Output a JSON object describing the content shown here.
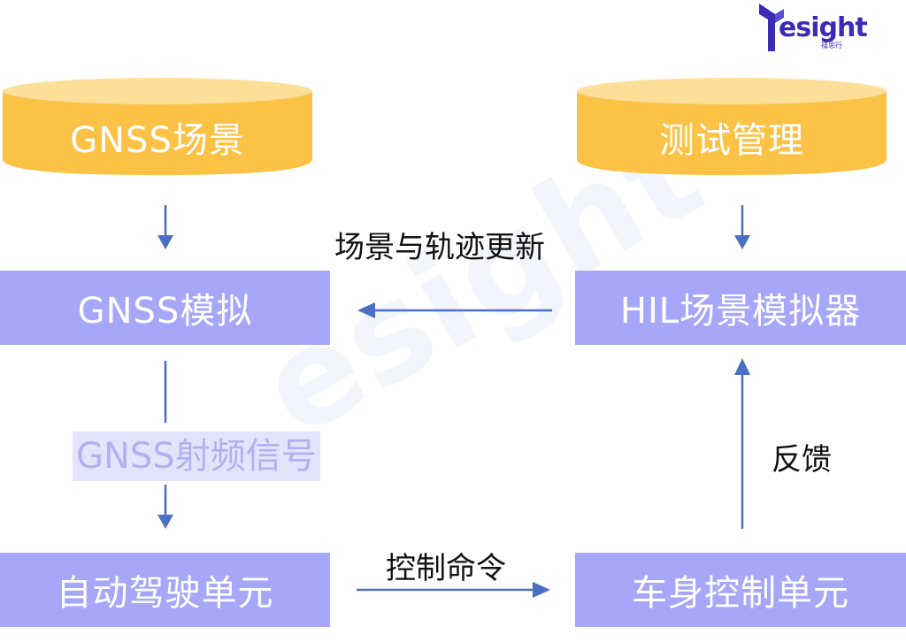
{
  "logo": {
    "brand": "esight",
    "sub": "禧思行"
  },
  "watermark": "esight",
  "nodes": {
    "gnss_scene": "GNSS场景",
    "test_mgmt": "测试管理",
    "gnss_sim": "GNSS模拟",
    "hil_sim": "HIL场景模拟器",
    "auto_drive": "自动驾驶单元",
    "body_ctrl": "车身控制单元"
  },
  "labels": {
    "scene_update": "场景与轨迹更新",
    "rf_signal": "GNSS射频信号",
    "feedback": "反馈",
    "control_cmd": "控制命令"
  },
  "colors": {
    "cylinder_fill": "#fbc246",
    "cylinder_top": "#fddf98",
    "box_fill": "#a7a7f9",
    "arrow": "#4a6fc4"
  }
}
